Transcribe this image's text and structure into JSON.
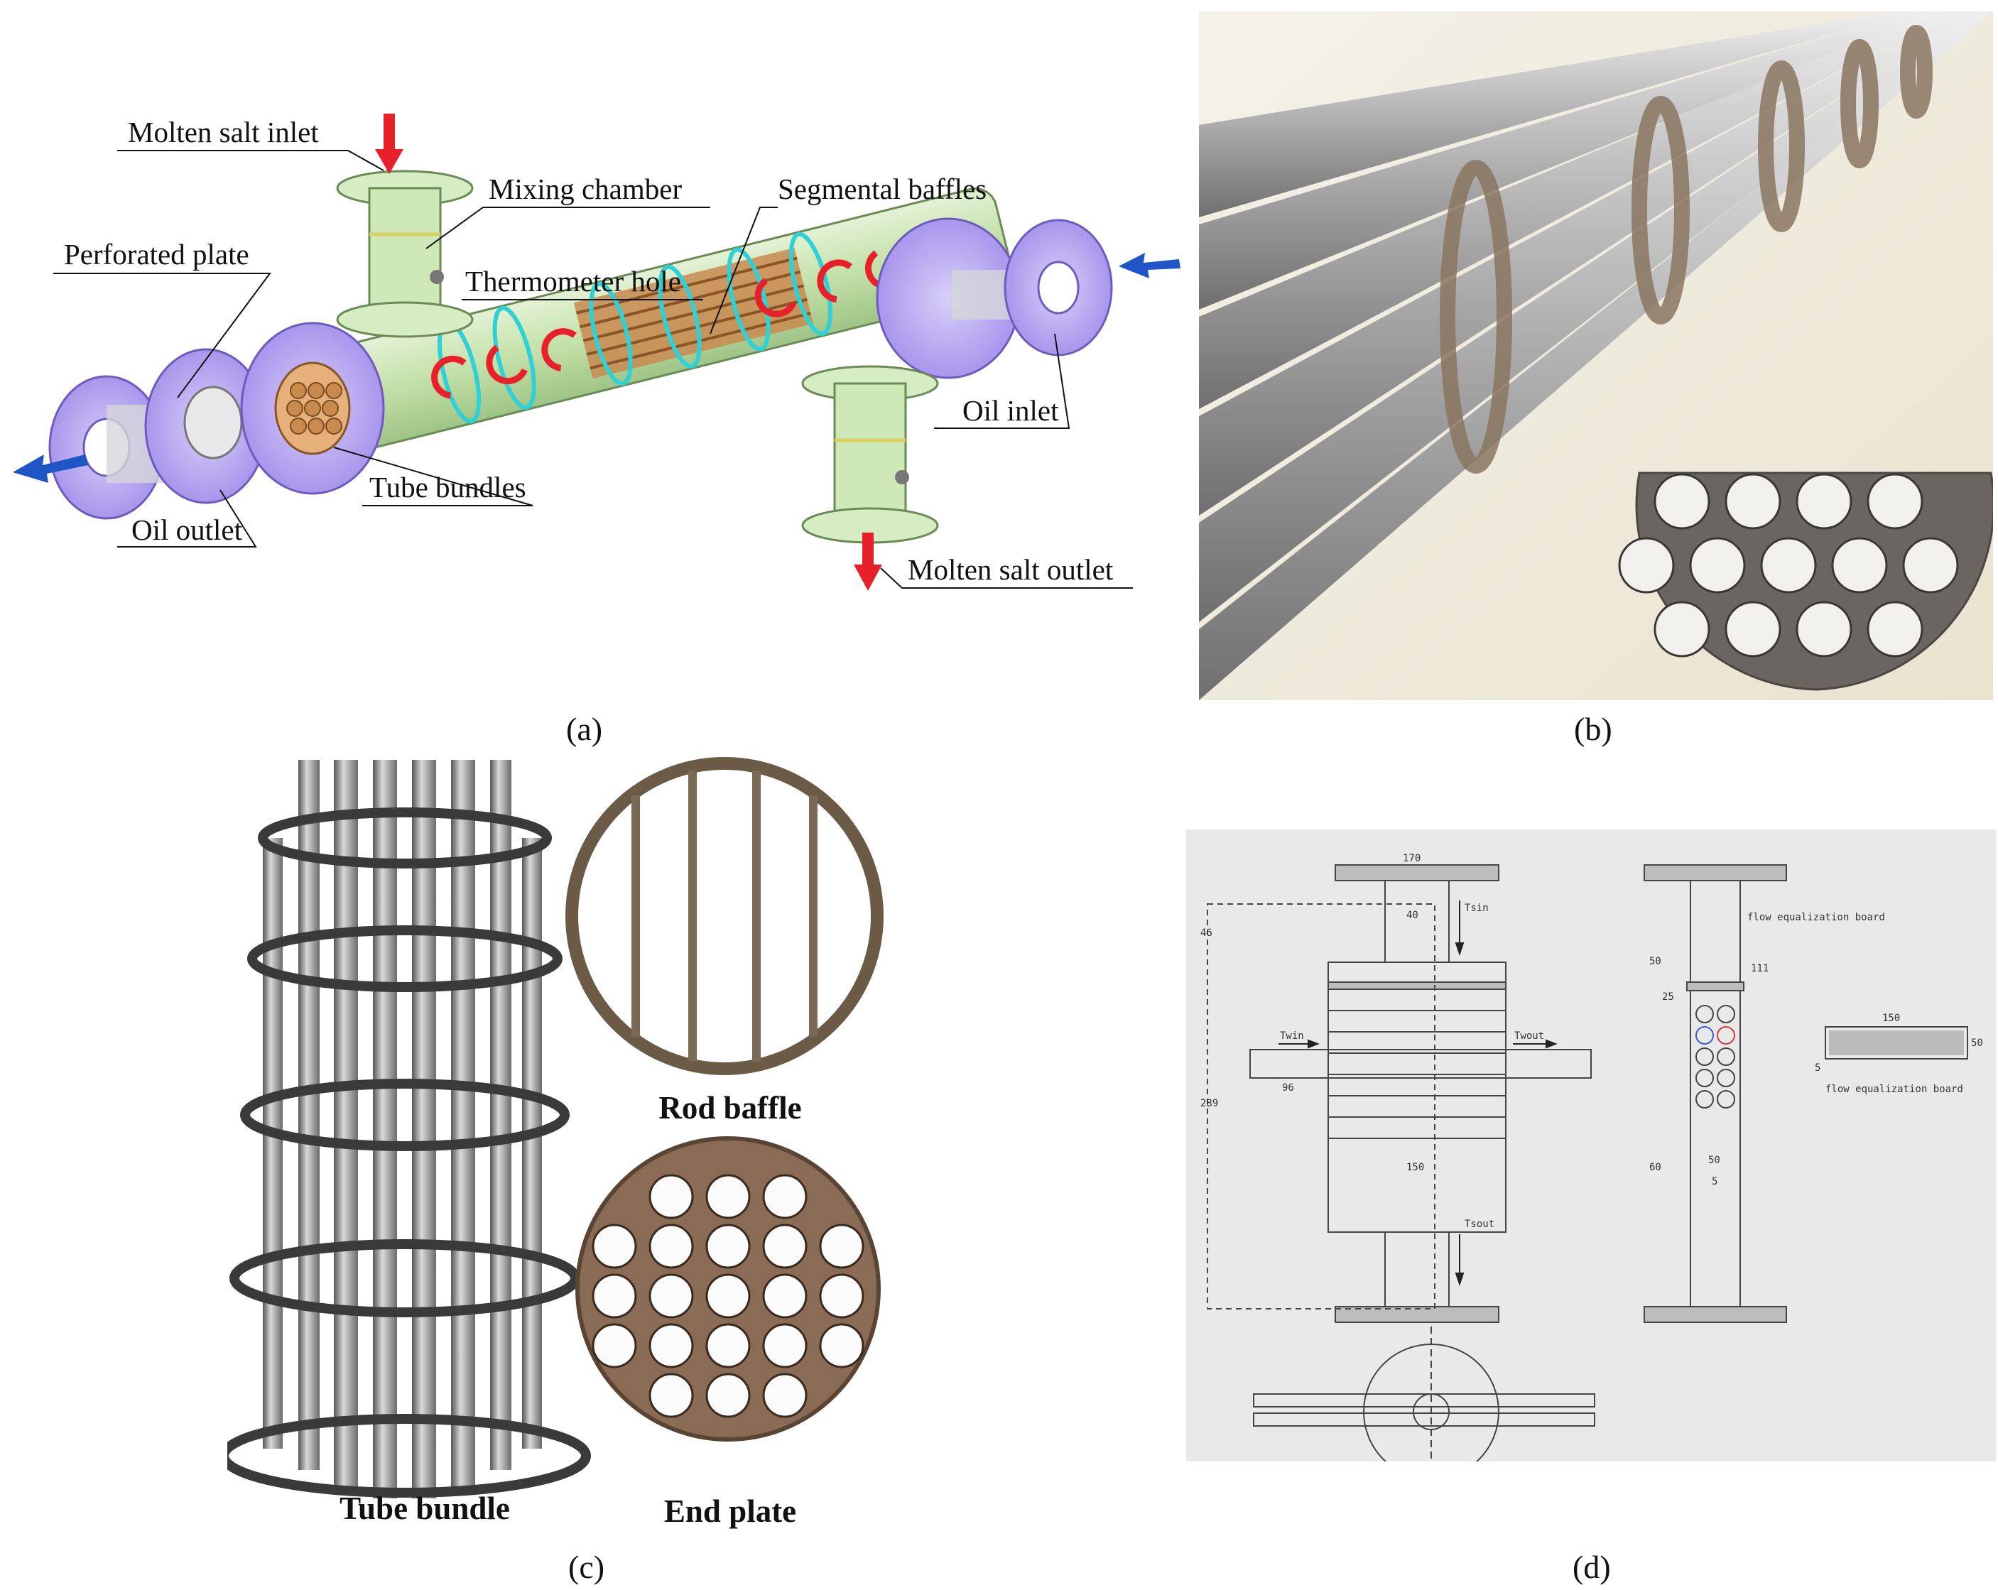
{
  "panel_a": {
    "caption": "(a)",
    "labels": {
      "molten_salt_inlet": "Molten salt inlet",
      "mixing_chamber": "Mixing chamber",
      "segmental_baffles": "Segmental baffles",
      "perforated_plate": "Perforated plate",
      "thermometer_hole": "Thermometer hole",
      "oil_inlet": "Oil inlet",
      "tube_bundles": "Tube bundles",
      "oil_outlet": "Oil outlet",
      "molten_salt_outlet": "Molten salt outlet"
    },
    "colors": {
      "shell": "#c8e3b0",
      "flange": "#b7a8f0",
      "salt_arrow": "#e8202a",
      "oil_arrow": "#1e56c8",
      "baffle": "#2fd0d6",
      "tube": "#b8733a"
    }
  },
  "panel_b": {
    "caption": "(b)"
  },
  "panel_c": {
    "caption": "(c)",
    "labels": {
      "tube_bundle": "Tube bundle",
      "rod_baffle": "Rod baffle",
      "end_plate": "End plate"
    }
  },
  "panel_d": {
    "caption": "(d)",
    "annotations": {
      "dim_170": "170",
      "dim_46": "46",
      "dim_40": "40",
      "tsin": "Tsin",
      "twin": "Twin",
      "twout": "Twout",
      "dim_96": "96",
      "dim_289": "289",
      "dim_150": "150",
      "tsout": "Tsout",
      "dim_50": "50",
      "dim_111": "111",
      "dim_25": "25",
      "dim_50b": "50",
      "dim_60": "60",
      "dim_5": "5",
      "flow_equalization_board_callout": "flow equalization board",
      "board_150": "150",
      "board_5": "5",
      "board_50": "50",
      "board_title": "flow equalization board"
    }
  }
}
